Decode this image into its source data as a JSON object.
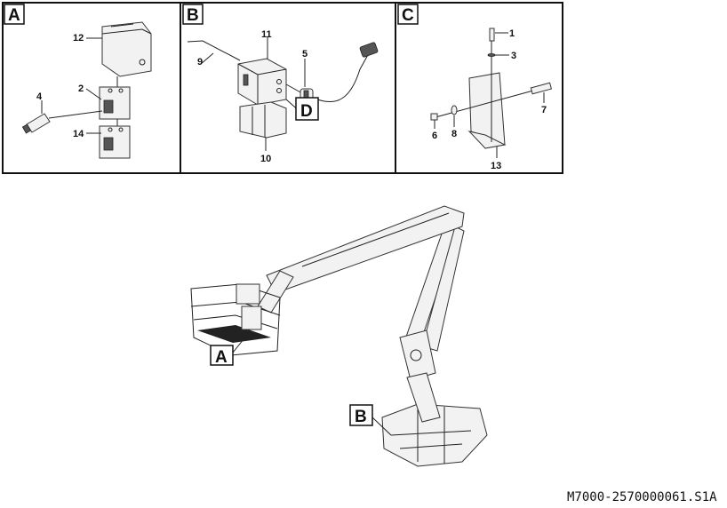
{
  "panels": {
    "A": {
      "title": "A",
      "callouts": [
        "12",
        "2",
        "4",
        "14"
      ]
    },
    "B": {
      "title": "B",
      "callouts": [
        "11",
        "9",
        "5",
        "10"
      ],
      "detail_label": "D"
    },
    "C": {
      "title": "C",
      "callouts": [
        "1",
        "3",
        "7",
        "6",
        "8",
        "13"
      ]
    }
  },
  "overview": {
    "marker_a": "A",
    "marker_b": "B"
  },
  "caption": "M7000-2570000061.S1A"
}
